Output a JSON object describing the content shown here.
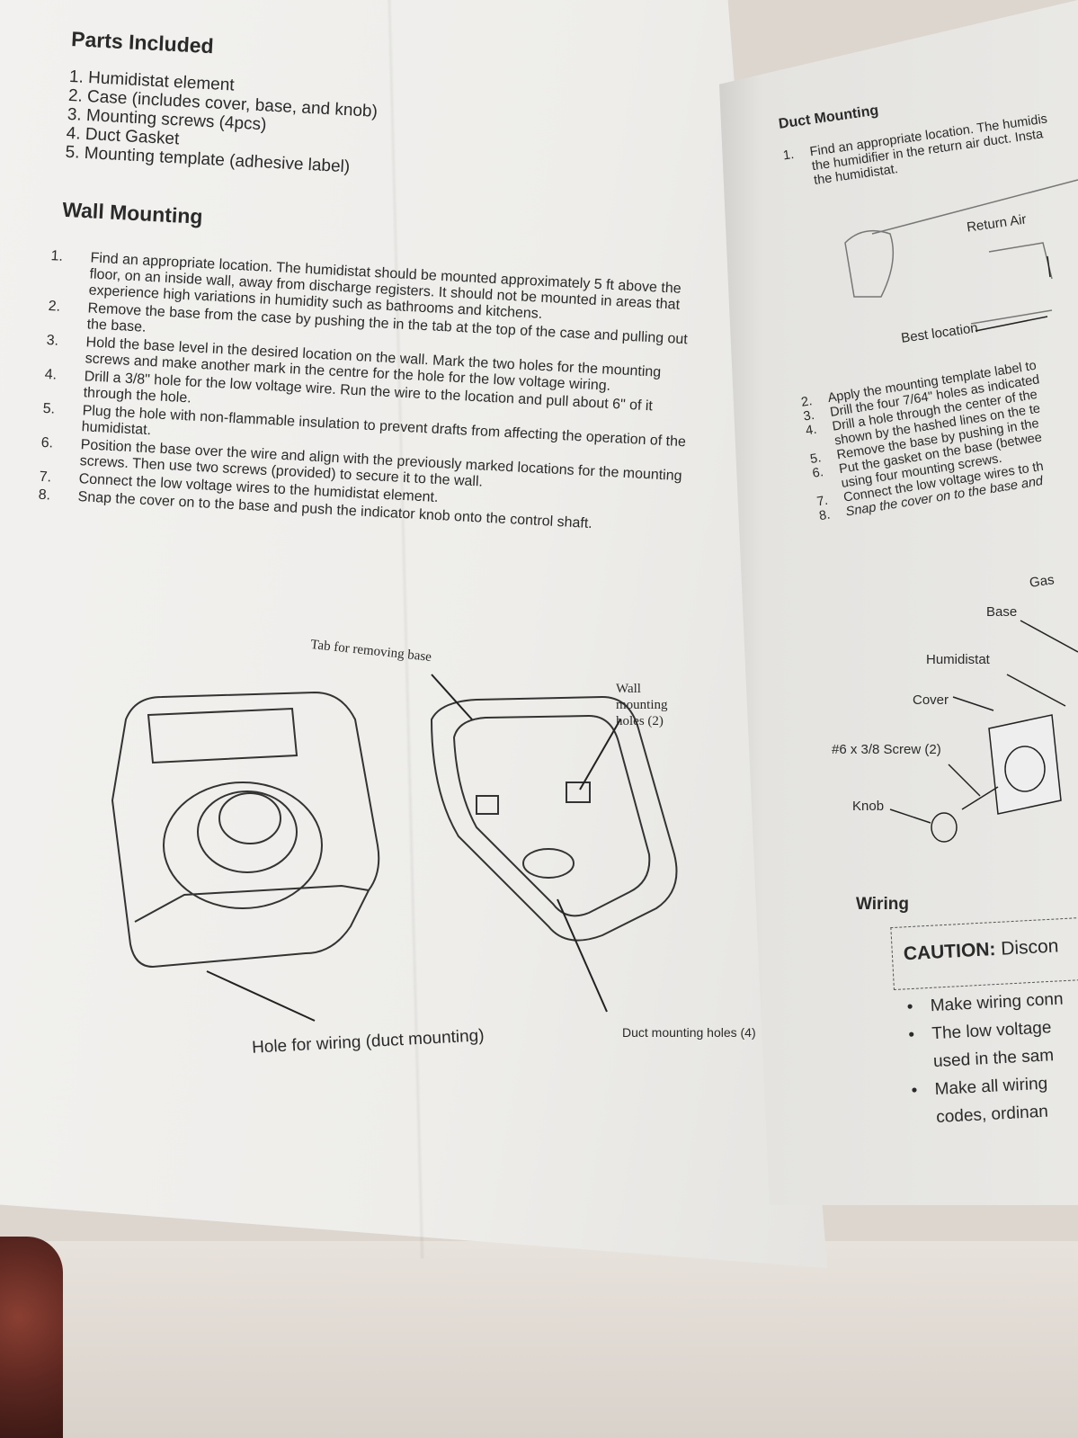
{
  "parts": {
    "title": "Parts Included",
    "items": [
      "1. Humidistat element",
      "2. Case (includes cover, base, and knob)",
      "3. Mounting screws (4pcs)",
      "4. Duct Gasket",
      "5. Mounting template (adhesive label)"
    ]
  },
  "wall": {
    "title": "Wall Mounting",
    "steps": [
      {
        "n": "1.",
        "text": "Find an appropriate location. The humidistat should be mounted approximately 5 ft above the floor, on an inside wall, away from discharge registers. It should not be mounted in areas that experience high variations in humidity such as bathrooms and kitchens."
      },
      {
        "n": "2.",
        "text": "Remove the base from the case by pushing the in the tab at the top of the case and pulling out the base."
      },
      {
        "n": "3.",
        "text": "Hold the base level in the desired location on the wall. Mark the two holes for the mounting screws and make another mark in the centre for the hole for the low voltage wiring."
      },
      {
        "n": "4.",
        "text": "Drill a 3/8\" hole for the low voltage wire. Run the wire to the location and pull about 6\" of it through the hole."
      },
      {
        "n": "5.",
        "text": "Plug the hole with non-flammable insulation to prevent drafts from affecting the operation of the humidistat."
      },
      {
        "n": "6.",
        "text": "Position the base over the wire and align with the previously marked locations for the mounting screws. Then use two screws (provided) to secure it to the wall."
      },
      {
        "n": "7.",
        "text": "Connect the low voltage wires to the humidistat element."
      },
      {
        "n": "8.",
        "text": "Snap the cover on to the base and push the indicator knob onto the control shaft."
      }
    ],
    "diagram": {
      "tab_label": "Tab for removing base",
      "wall_holes_label": [
        "Wall",
        "mounting",
        "holes (2)"
      ],
      "hole_wiring_label": "Hole for wiring (duct mounting)",
      "duct_holes_label": "Duct mounting holes (4)"
    }
  },
  "duct": {
    "title": "Duct Mounting",
    "steps": [
      {
        "n": "1.",
        "lines": [
          "Find an appropriate location. The humidis",
          "the humidifier in the return air duct. Insta",
          "the humidistat."
        ]
      },
      {
        "n": "2.",
        "lines": [
          "Apply the mounting template label to"
        ]
      },
      {
        "n": "3.",
        "lines": [
          "Drill the four 7/64\" holes as indicated"
        ]
      },
      {
        "n": "4.",
        "lines": [
          "Drill a hole through the center of the",
          "shown by the hashed lines on the te"
        ]
      },
      {
        "n": "5.",
        "lines": [
          "Remove the base by pushing in the"
        ]
      },
      {
        "n": "6.",
        "lines": [
          "Put the gasket on the base (betwee",
          "using four mounting screws."
        ]
      },
      {
        "n": "7.",
        "lines": [
          "Connect the low voltage wires to th"
        ]
      },
      {
        "n": "8.",
        "lines": [
          "Snap the cover on to the base and"
        ]
      }
    ],
    "diagram": {
      "return_air": "Return Air",
      "best_location": "Best location",
      "gasket": "Gas",
      "base": "Base",
      "humidistat": "Humidistat",
      "cover": "Cover",
      "screw": "#6 x 3/8 Screw (2)",
      "knob": "Knob"
    }
  },
  "wiring": {
    "title": "Wiring",
    "caution_label": "CAUTION:",
    "caution_text": "Discon",
    "bullets": [
      "Make wiring conn",
      "The low voltage",
      "used in the sam",
      "Make all wiring",
      "codes, ordinan"
    ]
  }
}
